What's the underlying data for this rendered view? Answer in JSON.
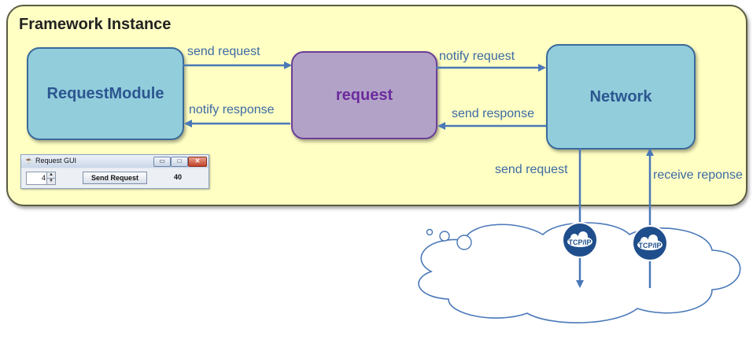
{
  "frame": {
    "title": "Framework Instance"
  },
  "nodes": {
    "request_module": "RequestModule",
    "request": "request",
    "network": "Network"
  },
  "edges": {
    "rm_to_request": "send request",
    "request_to_rm": "notify response",
    "request_to_network": "notify request",
    "network_to_request": "send response",
    "network_send_down": "send request",
    "network_receive_up": "receive reponse"
  },
  "gui": {
    "title": "Request GUI",
    "spinner_value": "4",
    "button_label": "Send Request",
    "count": "40",
    "min_glyph": "▭",
    "max_glyph": "□",
    "close_glyph": "✕"
  },
  "tcp": {
    "left_label": "TCP/IP",
    "right_label": "TCP/IP"
  },
  "colors": {
    "frame_fill": "#ffffc4",
    "blue_node": "#92cddc",
    "purple_node": "#b3a2c7",
    "arrow": "#4a78b8",
    "badge": "#1f4e8c"
  }
}
